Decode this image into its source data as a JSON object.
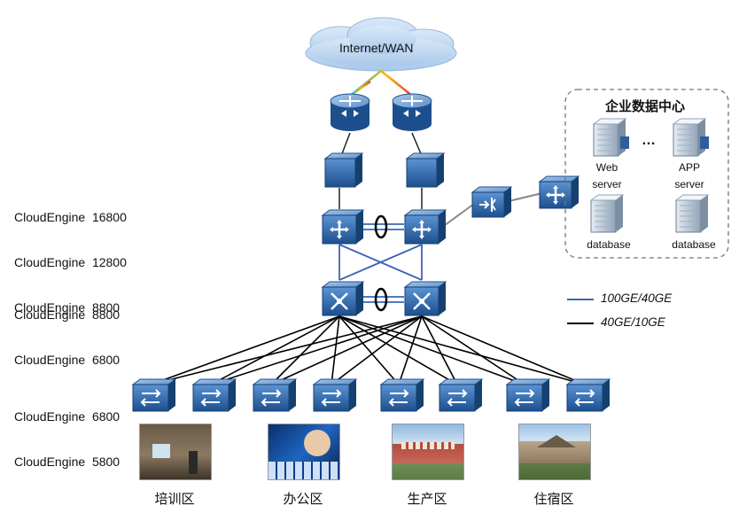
{
  "cloud": {
    "label": "Internet/WAN"
  },
  "tiers": {
    "core": {
      "lines": [
        "CloudEngine  16800",
        "CloudEngine  12800",
        "CloudEngine  8800"
      ]
    },
    "aggregation": {
      "lines": [
        "CloudEngine  8800",
        "CloudEngine  6800"
      ]
    },
    "access": {
      "lines": [
        "CloudEngine  6800",
        "CloudEngine  5800"
      ]
    }
  },
  "legend": {
    "blue": {
      "label": "100GE/40GE",
      "color": "#3a64b8"
    },
    "black": {
      "label": "40GE/10GE",
      "color": "#000000"
    }
  },
  "datacenter": {
    "title": "企业数据中心",
    "ellipsis": "…",
    "servers": [
      {
        "label": "Web\nserver"
      },
      {
        "label": "APP\nserver"
      },
      {
        "label": "database"
      },
      {
        "label": "database"
      }
    ]
  },
  "areas": [
    {
      "label": "培训区"
    },
    {
      "label": "办公区"
    },
    {
      "label": "生产区"
    },
    {
      "label": "住宿区"
    }
  ],
  "colors": {
    "device": "#1f4f8f",
    "device_light": "#4f86c6",
    "firewall": "#c0392b",
    "cloud": "#b9d3ef"
  }
}
